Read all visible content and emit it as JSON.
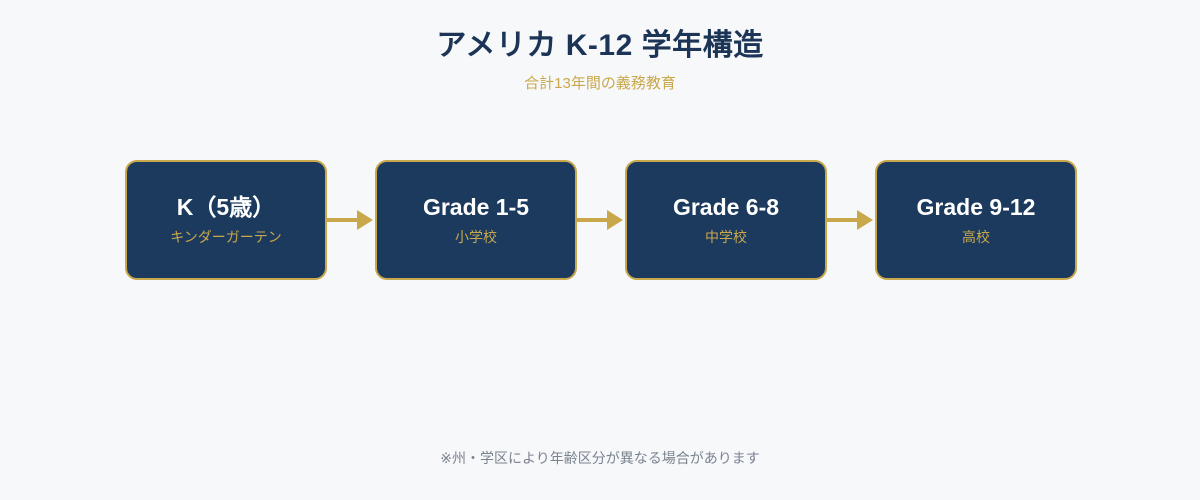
{
  "header": {
    "title": "アメリカ K-12 学年構造",
    "subtitle": "合計13年間の義務教育"
  },
  "colors": {
    "background": "#f7f8fa",
    "box_fill": "#1c3a5e",
    "accent_gold": "#c9a84c",
    "title_navy": "#1c3557",
    "box_title_text": "#ffffff",
    "footnote_gray": "#7a8290"
  },
  "flow": {
    "stages": [
      {
        "title": "K（5歳）",
        "subtitle": "キンダーガーテン"
      },
      {
        "title": "Grade 1-5",
        "subtitle": "小学校"
      },
      {
        "title": "Grade 6-8",
        "subtitle": "中学校"
      },
      {
        "title": "Grade 9-12",
        "subtitle": "高校"
      }
    ],
    "connectors": [
      {
        "icon": "arrow-right-icon"
      },
      {
        "icon": "arrow-right-icon"
      },
      {
        "icon": "arrow-right-icon"
      }
    ]
  },
  "footnote": {
    "text": "※州・学区により年齢区分が異なる場合があります"
  }
}
